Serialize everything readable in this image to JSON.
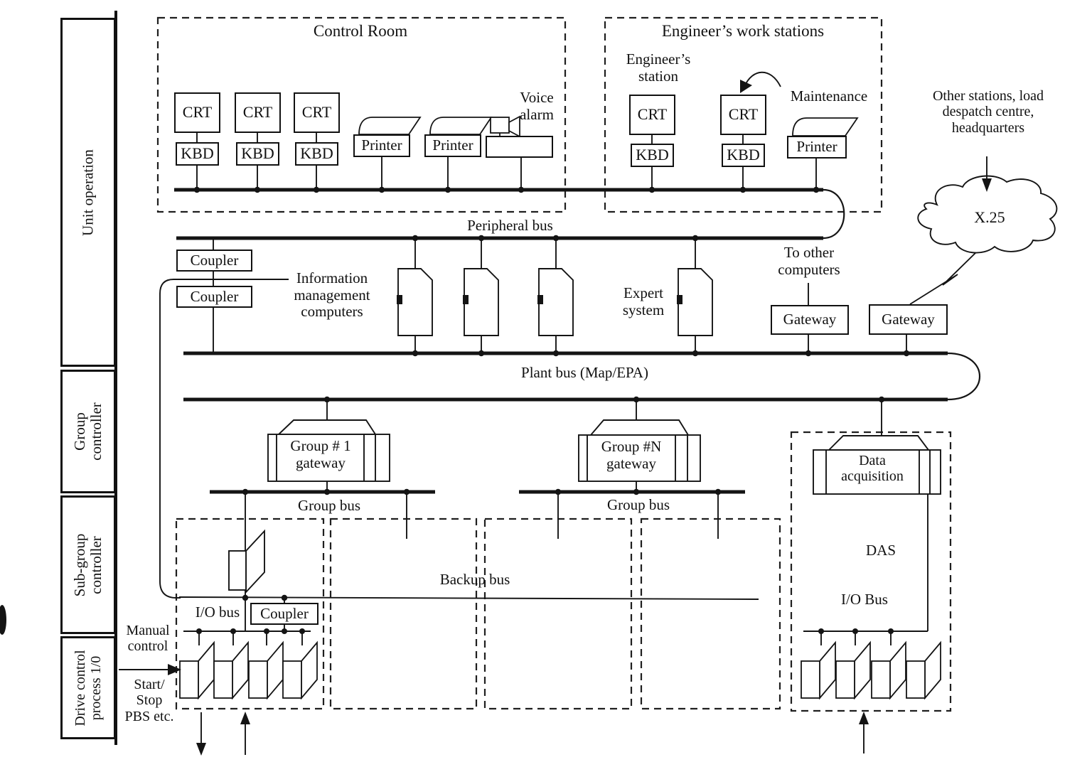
{
  "sidebar": {
    "sections": [
      {
        "label": "Unit operation"
      },
      {
        "label": "Group\ncontroller"
      },
      {
        "label": "Sub-group\ncontroller"
      },
      {
        "label": "Drive control\nprocess 1/0"
      }
    ]
  },
  "zones": {
    "control_room": "Control Room",
    "engineer_workstations": "Engineer’s work stations"
  },
  "devices": {
    "crt": "CRT",
    "kbd": "KBD",
    "printer": "Printer",
    "coupler": "Coupler",
    "gateway": "Gateway"
  },
  "buses": {
    "peripheral": "Peripheral bus",
    "plant": "Plant bus (Map/EPA)",
    "group": "Group bus",
    "backup": "Backup bus",
    "io_lower": "I/O bus",
    "io_das": "I/O Bus"
  },
  "nodes": {
    "info_mgmt": "Information\nmanagement\ncomputers",
    "expert_system": "Expert\nsystem",
    "group1_gateway": "Group # 1\ngateway",
    "groupN_gateway": "Group #N\ngateway",
    "data_acquisition": "Data\nacquisition",
    "das": "DAS",
    "x25": "X.25",
    "voice_alarm": "Voice\nalarm"
  },
  "annotations": {
    "engineer_station": "Engineer’s\nstation",
    "maintenance": "Maintenance",
    "to_other_computers": "To other\ncomputers",
    "other_stations": "Other stations, load\ndespatch centre,\nheadquarters",
    "manual_control": "Manual\ncontrol",
    "start_stop_pbs": "Start/\nStop\nPBS etc."
  },
  "colors": {
    "ink": "#141414",
    "paper": "#ffffff"
  }
}
